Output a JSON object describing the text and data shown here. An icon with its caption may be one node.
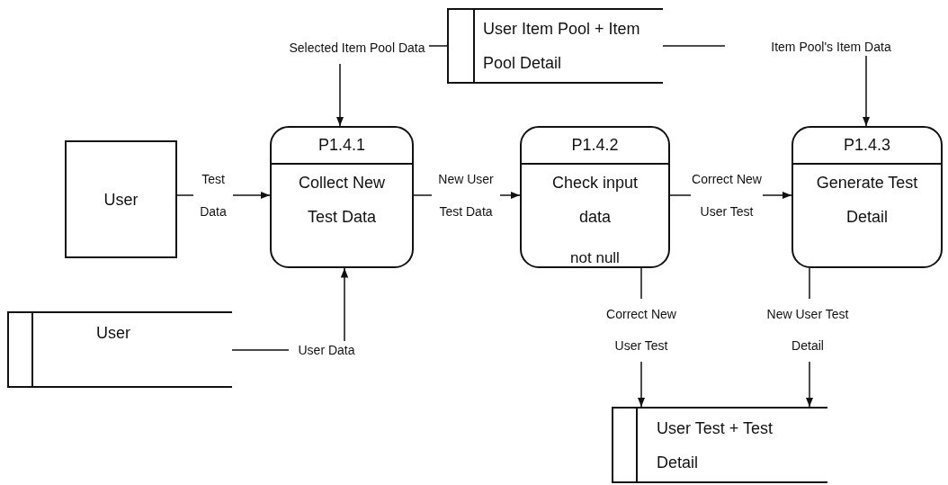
{
  "diagram": {
    "nodes": [
      {
        "text": [
          "User"
        ]
      },
      {
        "text": [
          "P1.4.1",
          "Collect New Test Data"
        ]
      },
      {
        "text": [
          "P1.4.2",
          "Check input data",
          "not null"
        ]
      },
      {
        "text": [
          "P1.4.3",
          "Generate Test Detail"
        ]
      },
      {
        "text": [
          "User Item Pool + Item Pool Detail"
        ]
      },
      {
        "text": [
          "User"
        ]
      },
      {
        "text": [
          "User Test + Test Detail"
        ]
      }
    ],
    "edges": [
      {
        "from": 0,
        "to": 1,
        "arrow": "to",
        "label": "Test Data"
      },
      {
        "from": 1,
        "to": 2,
        "arrow": "to",
        "label": "New User Test Data"
      },
      {
        "from": 2,
        "to": 3,
        "arrow": "to",
        "label": "Correct New User Test"
      },
      {
        "from": 4,
        "to": 1,
        "arrow": "to",
        "label": "Selected Item Pool Data"
      },
      {
        "from": 4,
        "to": 3,
        "arrow": "to",
        "label": "Item Pool's Item Data"
      },
      {
        "from": 5,
        "to": 1,
        "arrow": "to",
        "label": "User Data"
      },
      {
        "from": 2,
        "to": 6,
        "arrow": "to",
        "label": "Correct New User Test"
      },
      {
        "from": 3,
        "to": 6,
        "arrow": "to",
        "label": "New User Test Detail"
      }
    ]
  }
}
